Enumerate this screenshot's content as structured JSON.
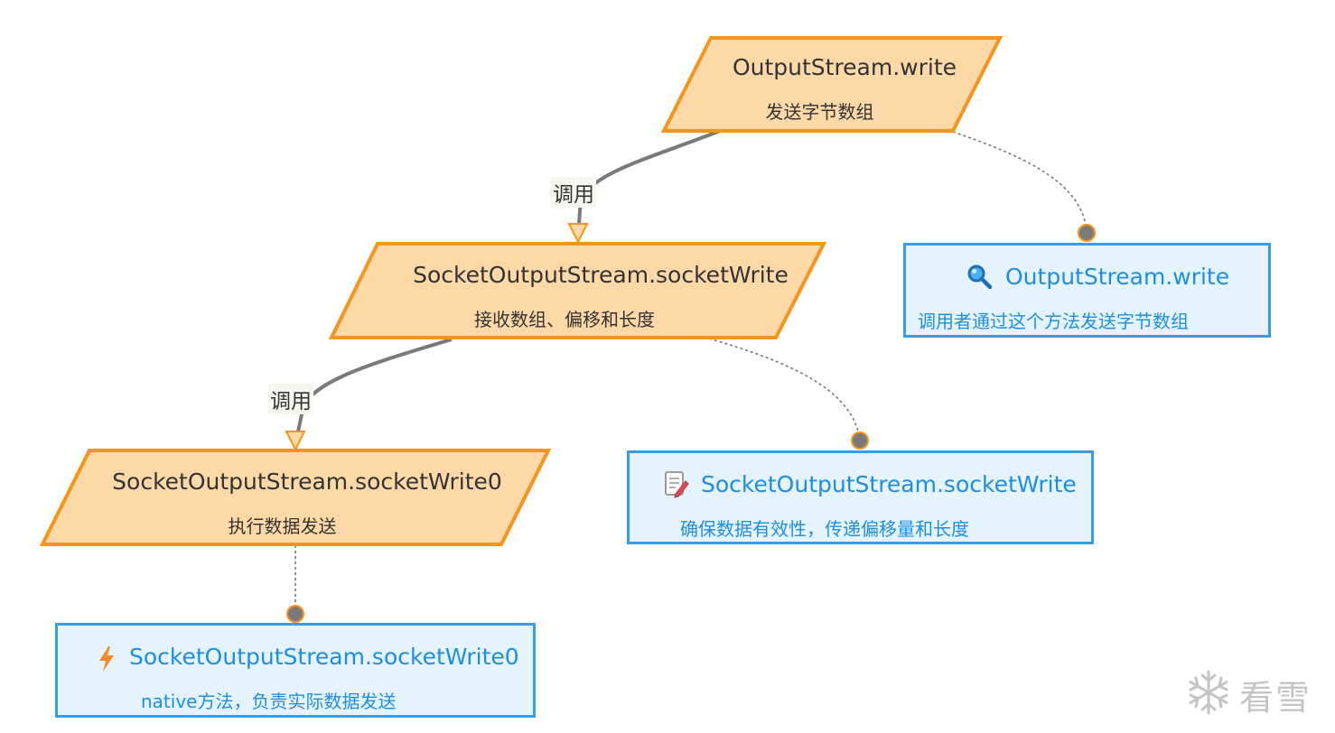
{
  "nodes": [
    {
      "id": "output-stream-write",
      "title": "OutputStream.write",
      "subtitle": "发送字节数组"
    },
    {
      "id": "socket-write",
      "title": "SocketOutputStream.socketWrite",
      "subtitle": "接收数组、偏移和长度"
    },
    {
      "id": "socket-write0",
      "title": "SocketOutputStream.socketWrite0",
      "subtitle": "执行数据发送"
    }
  ],
  "edges": [
    {
      "from": "output-stream-write",
      "to": "socket-write",
      "label": "调用"
    },
    {
      "from": "socket-write",
      "to": "socket-write0",
      "label": "调用"
    }
  ],
  "notes": [
    {
      "attached_to": "output-stream-write",
      "icon": "magnifier-icon",
      "title": "OutputStream.write",
      "text": "调用者通过这个方法发送字节数组"
    },
    {
      "attached_to": "socket-write",
      "icon": "memo-pencil-icon",
      "title": "SocketOutputStream.socketWrite",
      "text": "确保数据有效性，传递偏移量和长度"
    },
    {
      "attached_to": "socket-write0",
      "icon": "lightning-icon",
      "title": "SocketOutputStream.socketWrite0",
      "text": "native方法，负责实际数据发送"
    }
  ],
  "watermark": {
    "icon": "snowflake-icon",
    "text": "看雪"
  },
  "colors": {
    "node_fill": "#fcd9a6",
    "node_border": "#f7941d",
    "note_fill": "#e4f3fd",
    "note_border": "#3a9be6",
    "note_text": "#1f8ee0",
    "edge": "#7a7a7a"
  }
}
